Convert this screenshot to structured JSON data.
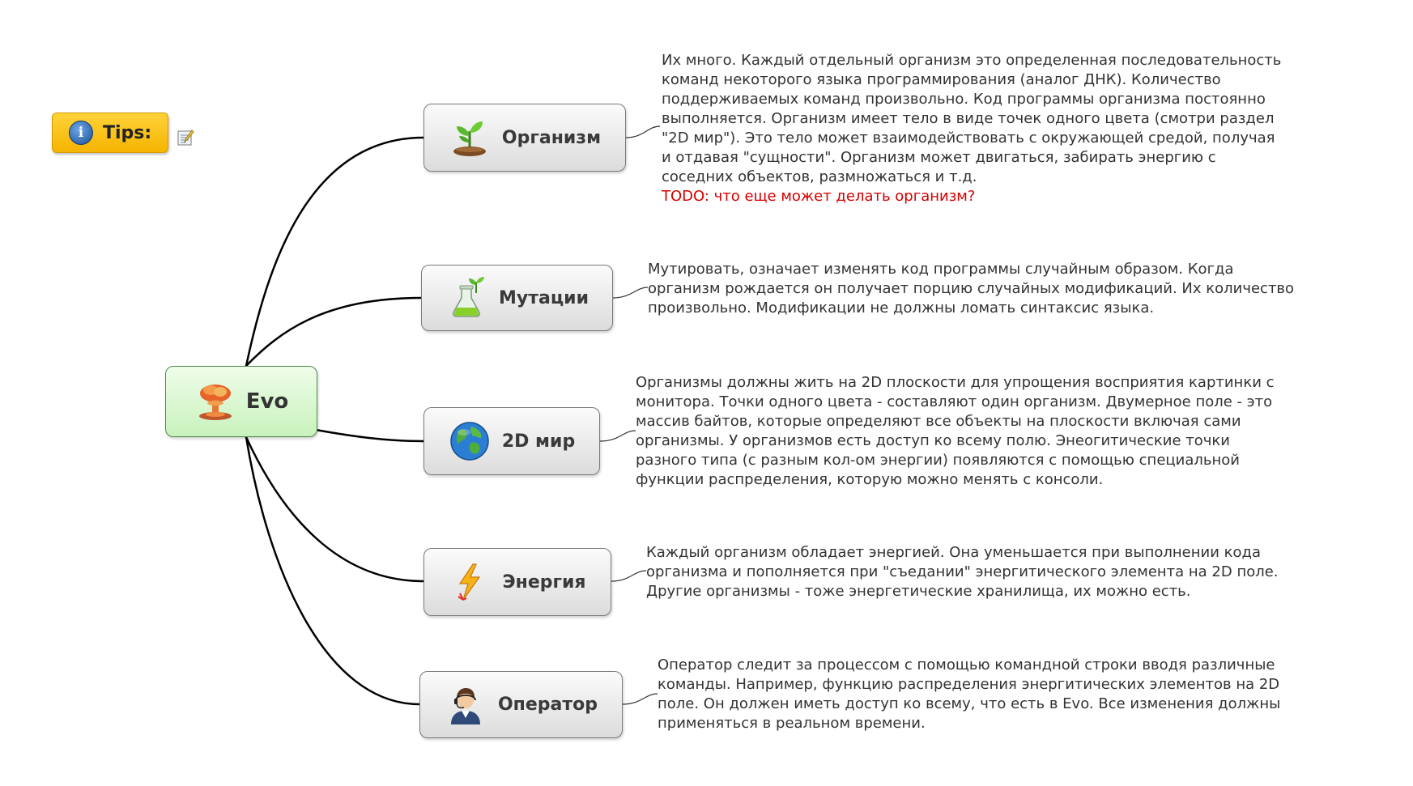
{
  "tips": {
    "label": "Tips:"
  },
  "root": {
    "label": "Evo",
    "icon": "mushroom-cloud-icon"
  },
  "topics": [
    {
      "label": "Организм",
      "icon": "sprout-icon",
      "note_lines": [
        "Их много. Каждый отдельный организм это определенная последовательность",
        "команд некоторого языка программирования (аналог ДНК). Количество",
        "поддерживаемых команд произвольно. Код программы организма постоянно",
        "выполняется. Организм имеет тело в виде точек одного цвета (смотри раздел",
        "\"2D мир\"). Это тело может взаимодействовать с окружающей средой, получая",
        "и отдавая \"сущности\". Организм может двигаться, забирать энергию с",
        "соседних объектов, размножаться и т.д."
      ],
      "todo": "TODO: что еще может делать организм?"
    },
    {
      "label": "Мутации",
      "icon": "flask-icon",
      "note_lines": [
        "Мутировать, означает изменять код программы случайным образом. Когда",
        "организм рождается он получает порцию случайных модификаций. Их количество",
        "произвольно. Модификации не должны ломать синтаксис языка."
      ]
    },
    {
      "label": "2D мир",
      "icon": "globe-icon",
      "note_lines": [
        "Организмы должны жить на 2D плоскости для упрощения восприятия картинки с",
        "монитора. Точки одного цвета - составляют один организм. Двумерное поле - это",
        "массив байтов, которые определяют все объекты на плоскости включая сами",
        "организмы. У организмов есть доступ ко всему полю. Энеогитические точки",
        "разного типа (с разным кол-ом энергии) появляются с помощью специальной",
        "функции распределения, которую можно менять с консоли."
      ]
    },
    {
      "label": "Энергия",
      "icon": "lightning-icon",
      "note_lines": [
        "Каждый организм обладает энергией. Она уменьшается при выполнении кода",
        "организма и пополняется при \"съедании\" энергитического элемента на 2D поле.",
        "Другие организмы - тоже энергетические хранилища, их можно есть."
      ]
    },
    {
      "label": "Оператор",
      "icon": "operator-icon",
      "note_lines": [
        "Оператор следит за процессом с помощью командной строки вводя различные",
        "команды. Например, функцию распределения энергитических элементов на 2D",
        "поле. Он должен иметь доступ ко всему, что есть в Evo. Все изменения должны",
        "применяться в реальном времени."
      ]
    }
  ]
}
